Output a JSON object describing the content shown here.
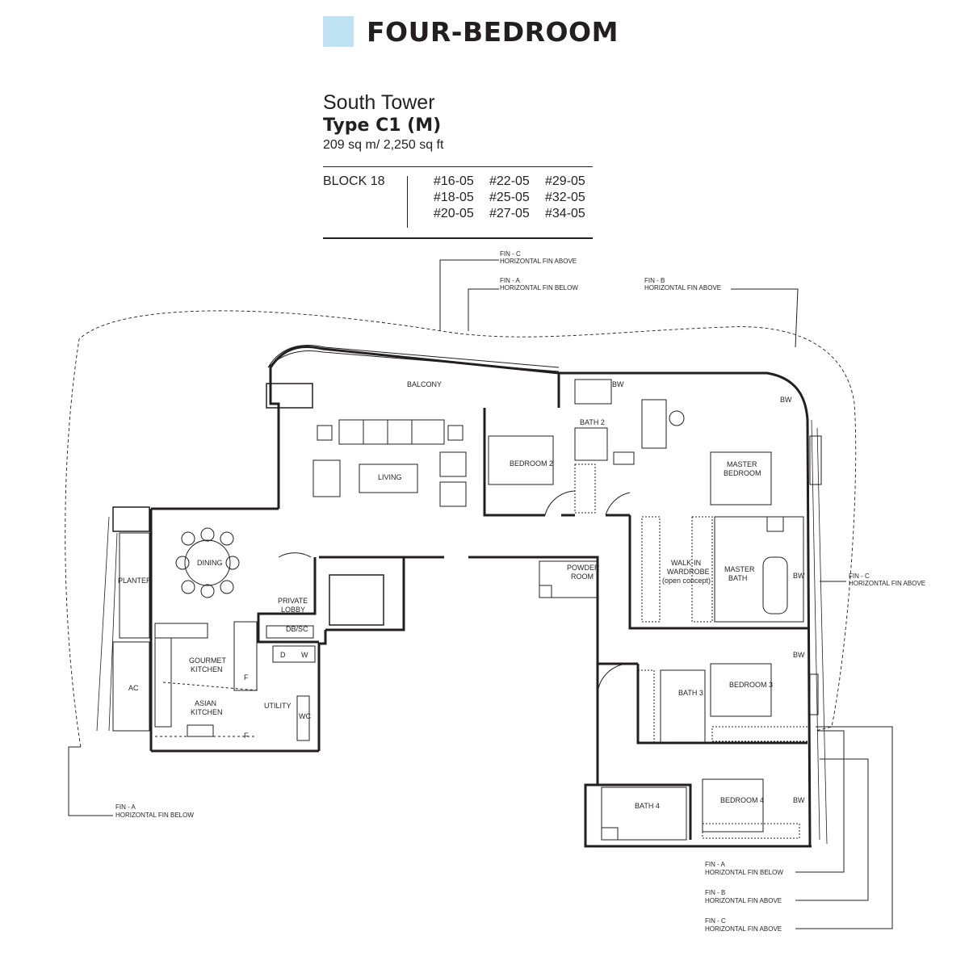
{
  "header": {
    "title": "FOUR-BEDROOM",
    "accent_color": "#bfe3f3"
  },
  "unit": {
    "tower": "South Tower",
    "type": "Type C1 (M)",
    "area": "209 sq m/ 2,250 sq ft",
    "block": "BLOCK 18",
    "units": [
      "#16-05",
      "#22-05",
      "#29-05",
      "#18-05",
      "#25-05",
      "#32-05",
      "#20-05",
      "#27-05",
      "#34-05"
    ]
  },
  "rooms": {
    "balcony": "BALCONY",
    "living": "LIVING",
    "dining": "DINING",
    "planter": "PLANTER",
    "ac": "AC",
    "gourmet_1": "GOURMET",
    "gourmet_2": "KITCHEN",
    "asian_1": "ASIAN",
    "asian_2": "KITCHEN",
    "utility": "UTILITY",
    "wc": "WC",
    "private_1": "PRIVATE",
    "private_2": "LOBBY",
    "dbsc": "DB/SC",
    "d": "D",
    "w": "W",
    "f1": "F",
    "f2": "F",
    "bedroom2": "BEDROOM 2",
    "bath2": "BATH 2",
    "bw_top": "BW",
    "bw_corner": "BW",
    "master_1": "MASTER",
    "master_2": "BEDROOM",
    "walkin_1": "WALK-IN",
    "walkin_2": "WARDROBE",
    "walkin_3": "(open concept)",
    "mbath_1": "MASTER",
    "mbath_2": "BATH",
    "bw_mbath": "BW",
    "powder_1": "POWDER",
    "powder_2": "ROOM",
    "bath3": "BATH 3",
    "bedroom3": "BEDROOM 3",
    "bw_bed3": "BW",
    "bath4": "BATH 4",
    "bedroom4": "BEDROOM 4",
    "bw_bed4": "BW"
  },
  "fins": {
    "c_top_1": "FIN - C",
    "c_top_2": "HORIZONTAL FIN ABOVE",
    "a_top_1": "FIN - A",
    "a_top_2": "HORIZONTAL FIN BELOW",
    "b_top_1": "FIN - B",
    "b_top_2": "HORIZONTAL FIN ABOVE",
    "c_right_1": "FIN - C",
    "c_right_2": "HORIZONTAL FIN ABOVE",
    "a_left_1": "FIN - A",
    "a_left_2": "HORIZONTAL FIN BELOW",
    "a_bot_1": "FIN - A",
    "a_bot_2": "HORIZONTAL FIN BELOW",
    "b_bot_1": "FIN - B",
    "b_bot_2": "HORIZONTAL FIN ABOVE",
    "c_bot_1": "FIN - C",
    "c_bot_2": "HORIZONTAL FIN ABOVE"
  }
}
